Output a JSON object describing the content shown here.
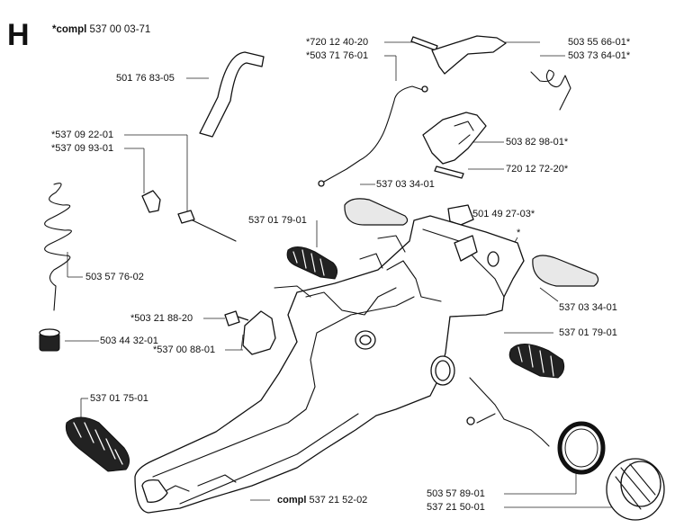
{
  "section": {
    "letter": "H"
  },
  "compl_label": {
    "prefix": "*compl",
    "number": "537 00 03-71"
  },
  "compl_bottom": {
    "prefix": "compl",
    "number": "537 21 52-02"
  },
  "labels": {
    "l_501768305": "501 76 83-05",
    "l_720124020": "*720 12 40-20",
    "l_503717601": "*503 71 76-01",
    "l_503556601": "503 55 66-01*",
    "l_503736401": "503 73 64-01*",
    "l_537092201": "*537 09 22-01",
    "l_537099301": "*537 09 93-01",
    "l_503829801": "503 82 98-01*",
    "l_720127220": "720 12 72-20*",
    "l_537033401a": "537 03 34-01",
    "l_501492703": "501 49 27-03*",
    "l_537017901a": "537 01 79-01",
    "l_star": "*",
    "l_503577602": "503 57 76-02",
    "l_537033401b": "537 03 34-01",
    "l_503218820": "*503 21 88-20",
    "l_537017901b": "537 01 79-01",
    "l_503443201": "503 44 32-01",
    "l_537008801": "*537 00 88-01",
    "l_537017501": "537 01 75-01",
    "l_503578901": "503 57 89-01",
    "l_537215001": "537 21 50-01"
  }
}
